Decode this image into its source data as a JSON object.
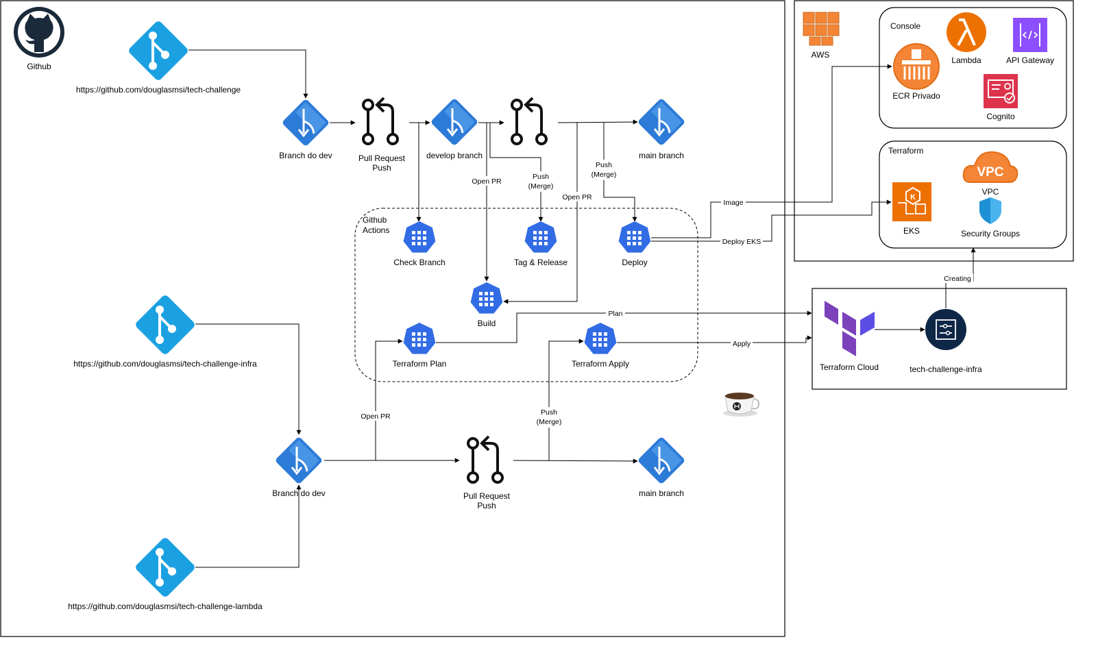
{
  "github": {
    "title": "Github"
  },
  "repos": {
    "app": "https://github.com/douglasmsi/tech-challenge",
    "infra": "https://github.com/douglasmsi/tech-challenge-infra",
    "lambda": "https://github.com/douglasmsi/tech-challenge-lambda"
  },
  "app_flow": {
    "branch_dev": "Branch do dev",
    "pr_line1": "Pull Request",
    "pr_line2": "Push",
    "develop": "develop branch",
    "main": "main branch"
  },
  "infra_flow": {
    "branch_dev": "Branch do dev",
    "pr_line1": "Pull Request",
    "pr_line2": "Push",
    "main": "main branch"
  },
  "actions": {
    "title_line1": "Github",
    "title_line2": "Actions",
    "check_branch": "Check Branch",
    "tag_release": "Tag & Release",
    "deploy": "Deploy",
    "build": "Build",
    "tf_plan": "Terraform Plan",
    "tf_apply": "Terraform Apply"
  },
  "edges": {
    "open_pr": "Open PR",
    "push": "Push",
    "merge": "(Merge)",
    "image": "Image",
    "deploy_eks": "Deploy EKS",
    "plan": "Plan",
    "apply": "Apply",
    "creating": "Creating"
  },
  "aws": {
    "title": "AWS",
    "console": "Console",
    "lambda": "Lambda",
    "api_gateway": "API Gateway",
    "ecr": "ECR Privado",
    "cognito": "Cognito",
    "terraform": "Terraform",
    "vpc_badge": "VPC",
    "vpc": "VPC",
    "eks": "EKS",
    "security_groups": "Security Groups"
  },
  "tfcloud": {
    "name": "Terraform Cloud",
    "workspace": "tech-challenge-infra"
  },
  "colors": {
    "git": "#1BA1E2",
    "kube": "#326CE5",
    "aws_orange": "#F58536",
    "lambda_orange": "#ED7100",
    "api_purple": "#8C4FFF",
    "cognito_red": "#DD344C",
    "terraform_purple": "#7B42BC",
    "dark_navy": "#0F2747"
  }
}
